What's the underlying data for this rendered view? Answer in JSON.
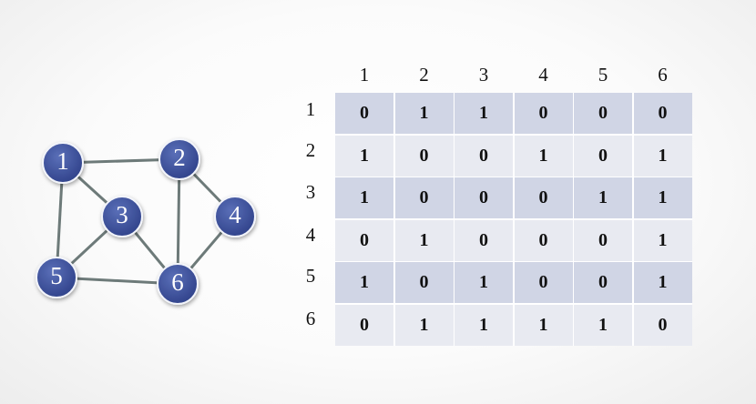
{
  "graph": {
    "nodes": [
      {
        "id": "1",
        "label": "1"
      },
      {
        "id": "2",
        "label": "2"
      },
      {
        "id": "3",
        "label": "3"
      },
      {
        "id": "4",
        "label": "4"
      },
      {
        "id": "5",
        "label": "5"
      },
      {
        "id": "6",
        "label": "6"
      }
    ],
    "edges": [
      [
        "1",
        "2"
      ],
      [
        "1",
        "3"
      ],
      [
        "1",
        "5"
      ],
      [
        "2",
        "4"
      ],
      [
        "2",
        "6"
      ],
      [
        "3",
        "5"
      ],
      [
        "3",
        "6"
      ],
      [
        "4",
        "6"
      ],
      [
        "5",
        "6"
      ]
    ],
    "colors": {
      "node_fill": "#3c4f98",
      "node_stroke": "#f2f4fa",
      "edge": "#6d7a79",
      "label": "#ffffff"
    }
  },
  "matrix": {
    "column_headers": [
      "1",
      "2",
      "3",
      "4",
      "5",
      "6"
    ],
    "row_headers": [
      "1",
      "2",
      "3",
      "4",
      "5",
      "6"
    ],
    "rows": [
      [
        "0",
        "1",
        "1",
        "0",
        "0",
        "0"
      ],
      [
        "1",
        "0",
        "0",
        "1",
        "0",
        "1"
      ],
      [
        "1",
        "0",
        "0",
        "0",
        "1",
        "1"
      ],
      [
        "0",
        "1",
        "0",
        "0",
        "0",
        "1"
      ],
      [
        "1",
        "0",
        "1",
        "0",
        "0",
        "1"
      ],
      [
        "0",
        "1",
        "1",
        "1",
        "1",
        "0"
      ]
    ],
    "colors": {
      "band_dark": "#d0d5e5",
      "band_light": "#e8eaf1"
    }
  }
}
